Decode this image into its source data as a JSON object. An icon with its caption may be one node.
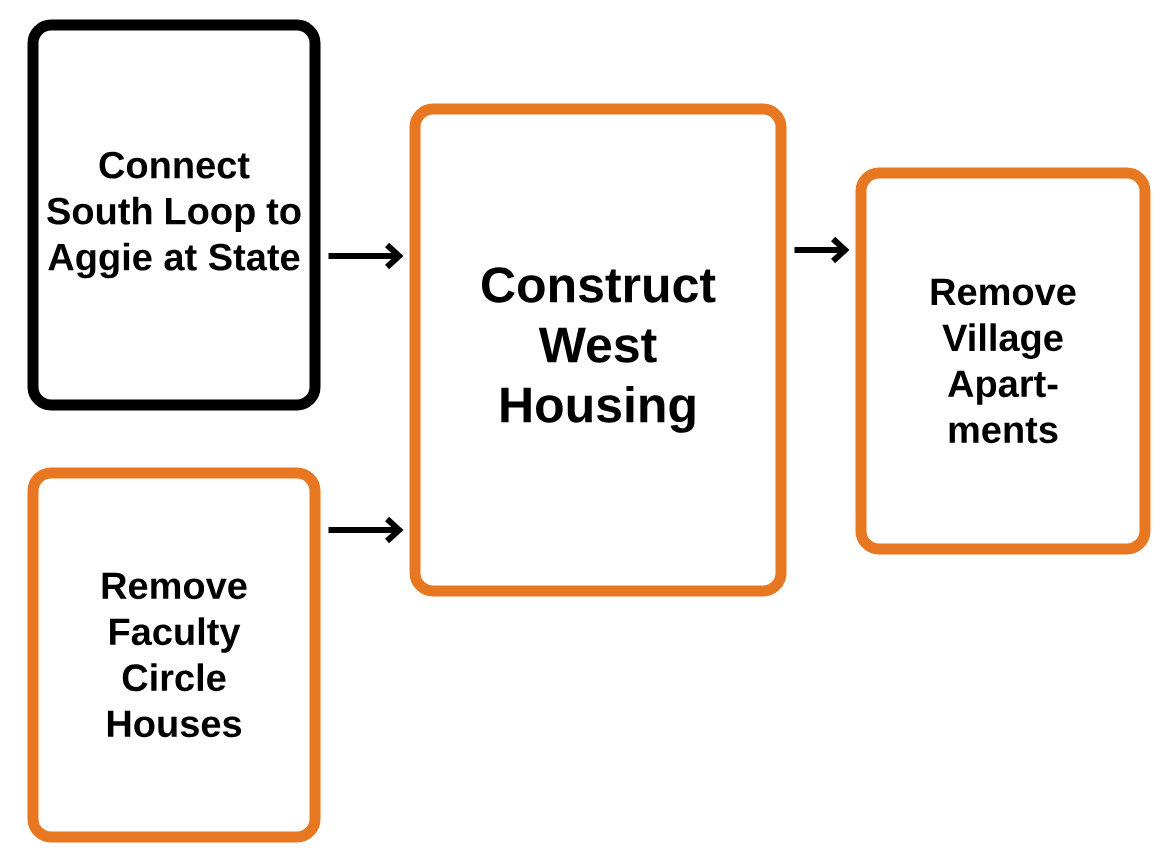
{
  "diagram": {
    "nodes": [
      {
        "text": [
          "Connect South Loop to Aggie at State"
        ]
      },
      {
        "text": [
          "Construct West Housing"
        ]
      },
      {
        "text": [
          "Remove Village Apart- ments"
        ]
      },
      {
        "text": [
          "Remove Faculty Circle Houses"
        ]
      }
    ],
    "edges": [
      {
        "from": 0,
        "to": 1,
        "arrow": "to"
      },
      {
        "from": 3,
        "to": 1,
        "arrow": "to"
      },
      {
        "from": 1,
        "to": 2,
        "arrow": "to"
      }
    ]
  }
}
